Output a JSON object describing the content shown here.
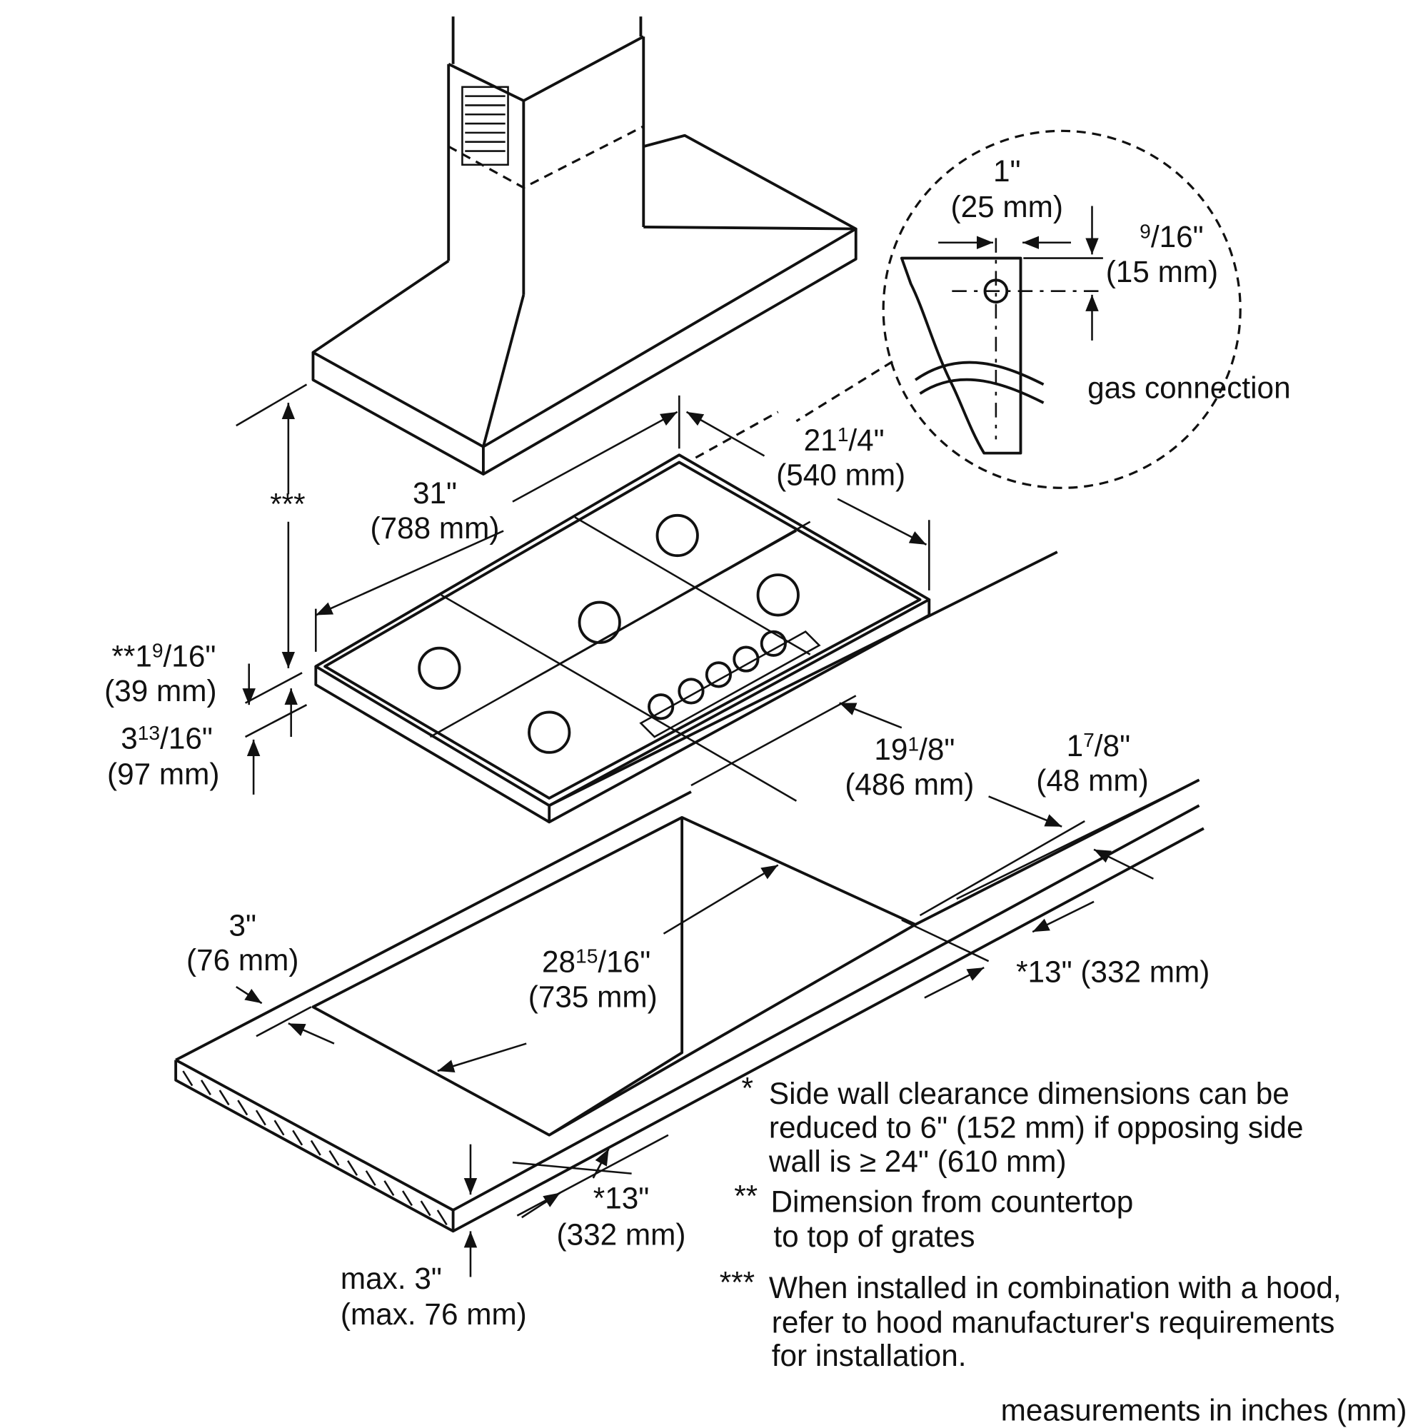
{
  "labels": {
    "hood_clearance": "***",
    "width": {
      "whole": "31\"",
      "mm": "(788 mm)"
    },
    "depth": {
      "whole": "21",
      "num": "1",
      "den": "/4\"",
      "mm": "(540 mm)"
    },
    "grate_height": {
      "prefix": "**1",
      "num": "9",
      "den": "/16\"",
      "mm": "(39 mm)"
    },
    "total_height": {
      "whole": "3",
      "num": "13",
      "den": "/16\"",
      "mm": "(97 mm)"
    },
    "cutout_depth": {
      "whole": "19",
      "num": "1",
      "den": "/8\"",
      "mm": "(486 mm)"
    },
    "rear_clearance": {
      "whole": "1",
      "num": "7",
      "den": "/8\"",
      "mm": "(48 mm)"
    },
    "front_clearance": {
      "whole": "3\"",
      "mm": "(76 mm)"
    },
    "cutout_width": {
      "whole": "28",
      "num": "15",
      "den": "/16\"",
      "mm": "(735 mm)"
    },
    "side_right": "*13\" (332 mm)",
    "side_left": {
      "whole": "*13\"",
      "mm": "(332 mm)"
    },
    "counter_thickness": {
      "line1": "max. 3\"",
      "line2": "(max. 76 mm)"
    },
    "detail": {
      "offset": {
        "whole": "1\"",
        "mm": "(25 mm)"
      },
      "vertical": {
        "num": "9",
        "den": "/16\"",
        "mm": "(15 mm)"
      },
      "gas": "gas connection"
    }
  },
  "notes": [
    {
      "marker": "*",
      "lines": [
        "Side wall clearance dimensions can be",
        "reduced to 6\" (152 mm) if opposing side",
        "wall is ≥ 24\" (610 mm)"
      ]
    },
    {
      "marker": "**",
      "lines": [
        "Dimension from countertop",
        "to top of grates"
      ]
    },
    {
      "marker": "***",
      "lines": [
        "When installed in combination with a hood,",
        "refer to hood manufacturer's requirements",
        "for installation."
      ]
    }
  ],
  "footer": "measurements in inches (mm)"
}
